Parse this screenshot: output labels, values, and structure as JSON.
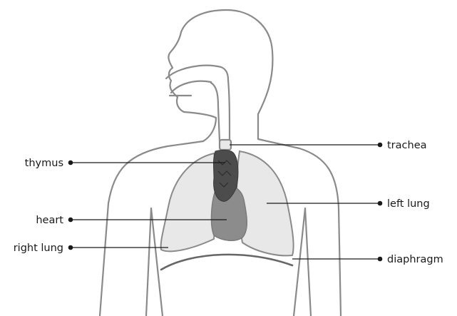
{
  "labels": {
    "trachea": "trachea",
    "thymus": "thymus",
    "left_lung": "left lung",
    "heart": "heart",
    "right_lung": "right lung",
    "diaphragm": "diaphragm"
  },
  "colors": {
    "outline": "#8a8a8a",
    "lung_fill": "#e8e8e8",
    "heart_fill": "#8c8c8c",
    "thymus_fill": "#4c4c4c",
    "leader": "#1a1a1a"
  }
}
